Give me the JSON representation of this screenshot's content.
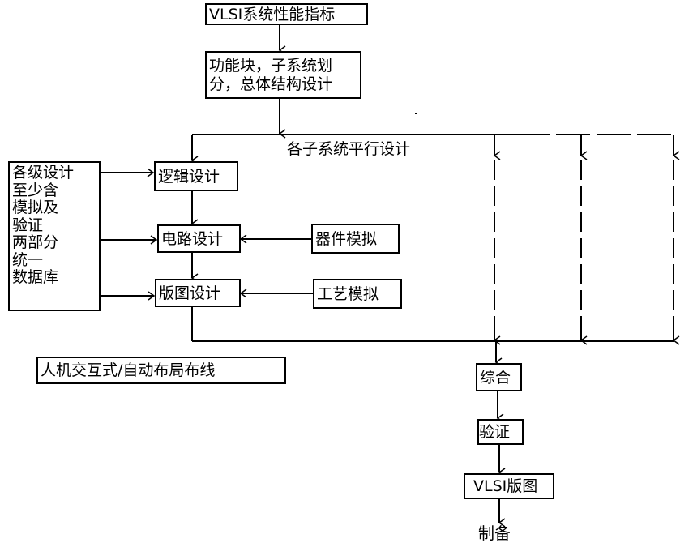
{
  "diagram": {
    "title_box": "VLSI系统性能指标",
    "partition_box": [
      "功能块，子系统划",
      "分，总体结构设计"
    ],
    "parallel_label": "各子系统平行设计",
    "database_box": [
      "各级设计",
      "至少含",
      "模拟及",
      "验证",
      "两部分",
      "统一",
      "数据库"
    ],
    "logic_design": "逻辑设计",
    "circuit_design": "电路设计",
    "layout_design": "版图设计",
    "device_sim": "器件模拟",
    "process_sim": "工艺模拟",
    "routing_note": "人机交互式/自动布局布线",
    "synthesis": "综合",
    "verification": "验证",
    "vlsi_layout": "VLSI版图",
    "fabrication": "制备"
  }
}
